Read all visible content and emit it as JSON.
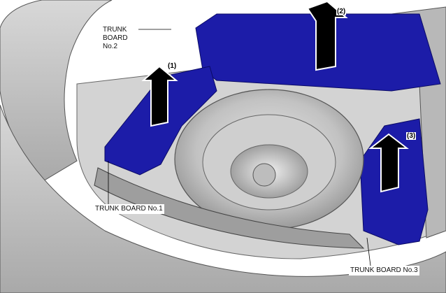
{
  "labels": {
    "board2": [
      "TRUNK",
      "BOARD",
      "No.2"
    ],
    "board1": "TRUNK BOARD No.1",
    "board3": "TRUNK BOARD No.3"
  },
  "step_markers": {
    "m1": "(1)",
    "m2": "(2)",
    "m3": "(3)"
  },
  "colors": {
    "board_fill": "#1c1ca8",
    "board_dark": "#10107a",
    "body_gray": "#bfbfbf",
    "tire_gray": "#c8c8c8",
    "arrow": "#000000"
  }
}
